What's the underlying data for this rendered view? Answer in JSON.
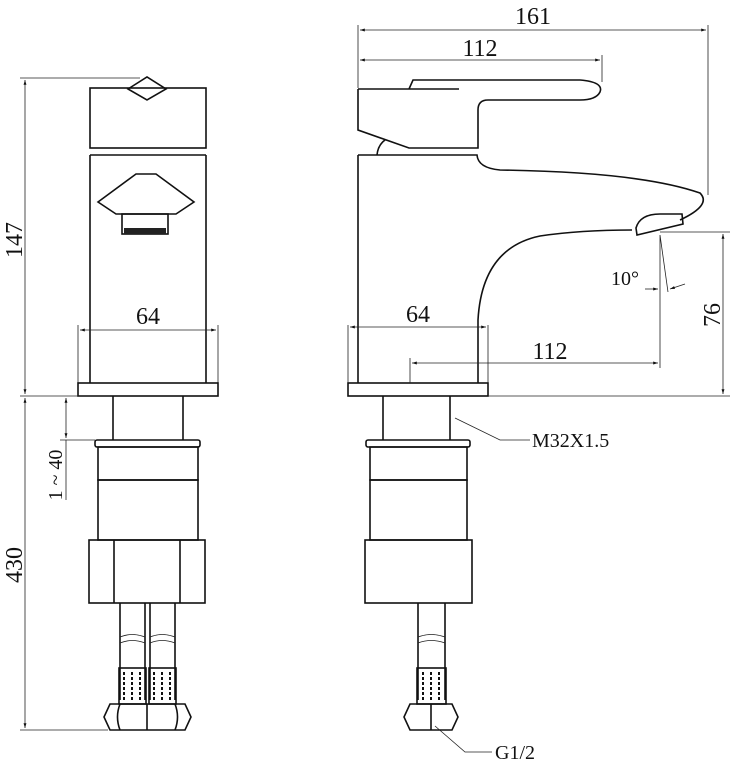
{
  "front_view": {
    "height_total": "147",
    "base_width": "64",
    "adjust_range": "1 ~ 40",
    "hose_length": "430"
  },
  "side_view": {
    "overall_length": "161",
    "lever_length": "112",
    "base_width": "64",
    "spout_reach": "112",
    "spout_height": "76",
    "spout_angle": "10°",
    "thread_label": "M32X1.5",
    "connector_label": "G1/2"
  }
}
